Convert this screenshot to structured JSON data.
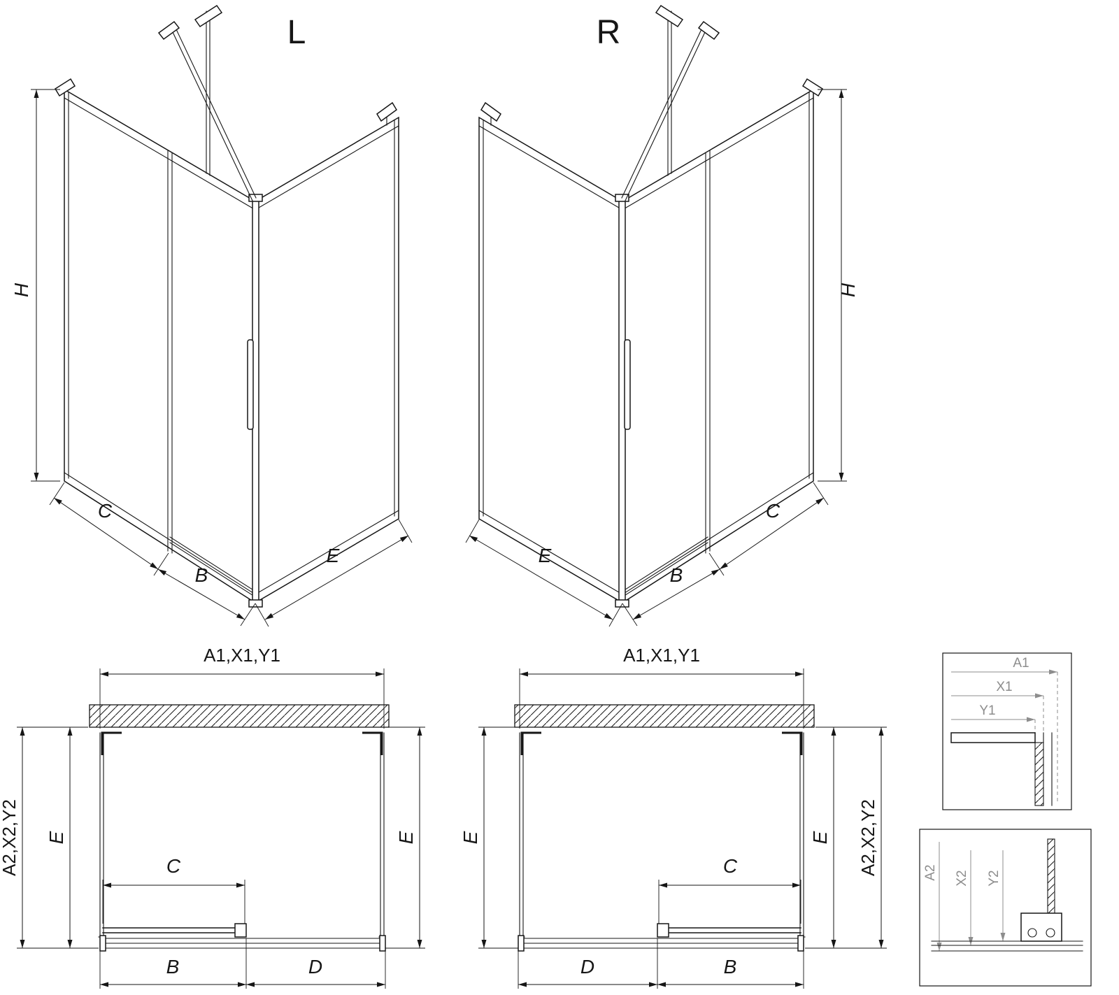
{
  "colors": {
    "line": "#161616",
    "detail_label": "#8d8d8d",
    "background": "#ffffff"
  },
  "iso_left": {
    "variant": "L",
    "dim_height": "H",
    "dim_fixed": "C",
    "dim_door": "B",
    "dim_side": "E"
  },
  "iso_right": {
    "variant": "R",
    "dim_height": "H",
    "dim_fixed": "C",
    "dim_door": "B",
    "dim_side": "E"
  },
  "plan_left": {
    "dim_width": "A1,X1,Y1",
    "dim_depth": "A2,X2,Y2",
    "dim_side_left": "E",
    "dim_side_right": "E",
    "dim_opening": "C",
    "dim_door": "B",
    "dim_fixed": "D"
  },
  "plan_right": {
    "dim_width": "A1,X1,Y1",
    "dim_depth": "A2,X2,Y2",
    "dim_side_left": "E",
    "dim_side_right": "E",
    "dim_opening": "C",
    "dim_door": "B",
    "dim_fixed": "D"
  },
  "detail_top": {
    "label_a": "A1",
    "label_x": "X1",
    "label_y": "Y1"
  },
  "detail_bottom": {
    "label_a": "A2",
    "label_x": "X2",
    "label_y": "Y2"
  }
}
